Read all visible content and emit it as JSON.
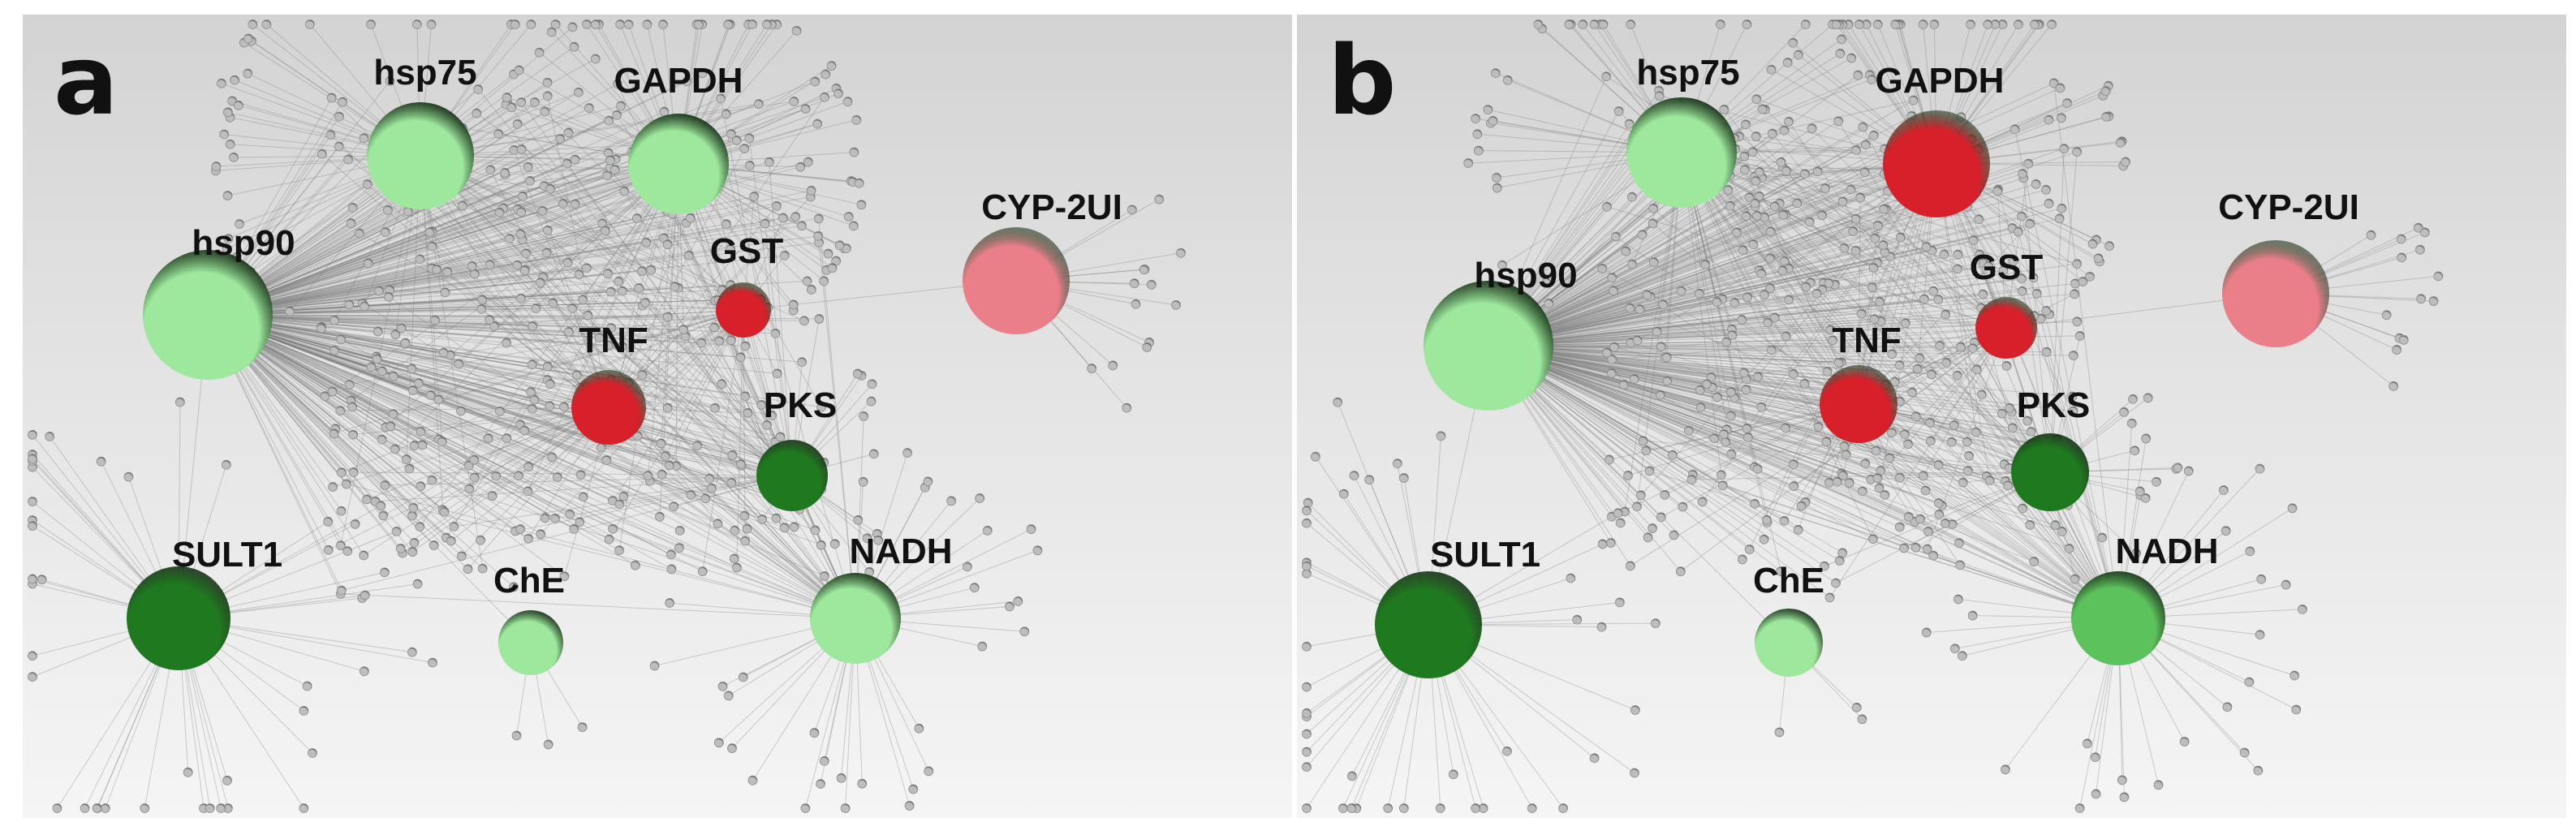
{
  "colors": {
    "green_light": "#9de89d",
    "green_mid": "#5cc25c",
    "green_dark": "#1f7a1f",
    "red": "#d8202a",
    "red_light": "#ea7f8a",
    "small_node": "#bdbdbd",
    "edge": "#7a7a7a"
  },
  "panels": [
    {
      "letter": "a",
      "hubs": [
        {
          "id": "hsp90",
          "label": "hsp90",
          "color": "green_light"
        },
        {
          "id": "hsp75",
          "label": "hsp75",
          "color": "green_light"
        },
        {
          "id": "GAPDH",
          "label": "GAPDH",
          "color": "green_light"
        },
        {
          "id": "CYP-2UI",
          "label": "CYP-2UI",
          "color": "red_light"
        },
        {
          "id": "GST",
          "label": "GST",
          "color": "red"
        },
        {
          "id": "TNF",
          "label": "TNF",
          "color": "red"
        },
        {
          "id": "PKS",
          "label": "PKS",
          "color": "green_dark"
        },
        {
          "id": "SULT1",
          "label": "SULT1",
          "color": "green_dark"
        },
        {
          "id": "ChE",
          "label": "ChE",
          "color": "green_light"
        },
        {
          "id": "NADH",
          "label": "NADH",
          "color": "green_light"
        }
      ]
    },
    {
      "letter": "b",
      "hubs": [
        {
          "id": "hsp90",
          "label": "hsp90",
          "color": "green_light"
        },
        {
          "id": "hsp75",
          "label": "hsp75",
          "color": "green_light"
        },
        {
          "id": "GAPDH",
          "label": "GAPDH",
          "color": "red"
        },
        {
          "id": "CYP-2UI",
          "label": "CYP-2UI",
          "color": "red_light"
        },
        {
          "id": "GST",
          "label": "GST",
          "color": "red"
        },
        {
          "id": "TNF",
          "label": "TNF",
          "color": "red"
        },
        {
          "id": "PKS",
          "label": "PKS",
          "color": "green_dark"
        },
        {
          "id": "SULT1",
          "label": "SULT1",
          "color": "green_dark"
        },
        {
          "id": "ChE",
          "label": "ChE",
          "color": "green_light"
        },
        {
          "id": "NADH",
          "label": "NADH",
          "color": "green_mid"
        }
      ]
    }
  ]
}
